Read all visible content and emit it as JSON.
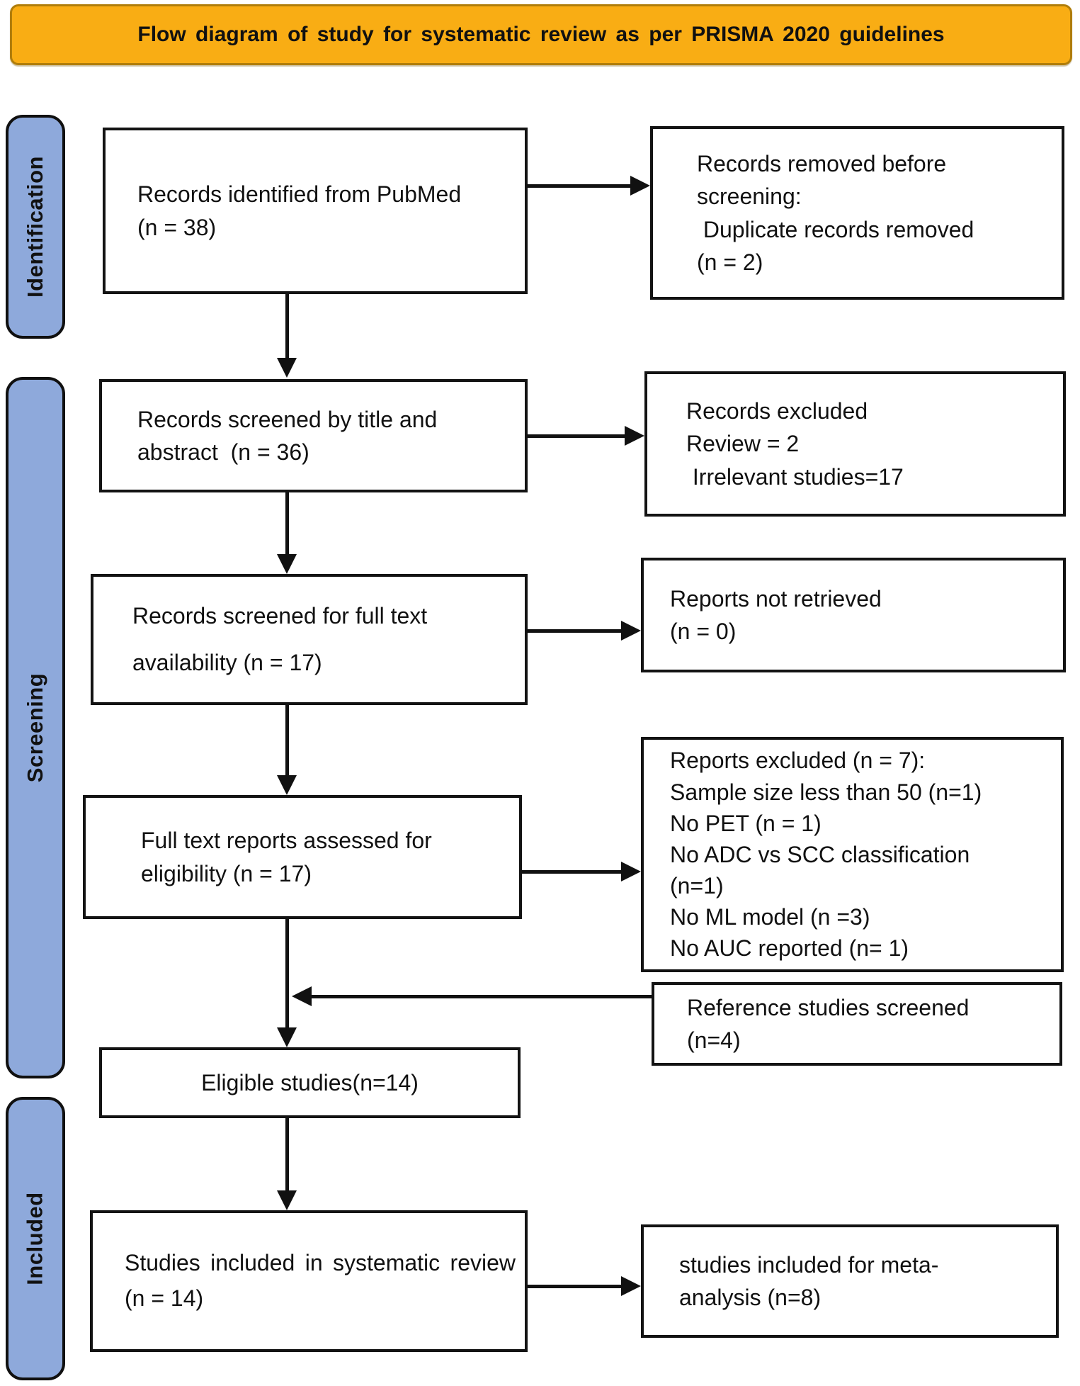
{
  "banner": {
    "title": "Flow diagram of study for systematic review as per PRISMA 2020 guidelines"
  },
  "stages": {
    "identification": "Identification",
    "screening": "Screening",
    "included": "Included"
  },
  "boxes": {
    "records_identified": {
      "lines": [
        "Records identified from PubMed",
        "(n = 38)"
      ]
    },
    "records_removed": {
      "lines": [
        "Records removed before",
        "screening:",
        " Duplicate records removed",
        "(n = 2)"
      ]
    },
    "records_screened_title": {
      "lines": [
        "Records screened by title and",
        "abstract  (n = 36)"
      ]
    },
    "records_excluded": {
      "lines": [
        "Records excluded",
        "Review = 2",
        " Irrelevant studies=17"
      ]
    },
    "records_screened_fulltext": {
      "lines": [
        "Records screened for full text",
        "availability (n = 17)"
      ]
    },
    "reports_not_retrieved": {
      "lines": [
        "Reports not retrieved",
        "(n = 0)"
      ]
    },
    "fulltext_assessed": {
      "lines": [
        "Full text reports assessed for",
        "eligibility (n = 17)"
      ]
    },
    "reports_excluded": {
      "lines": [
        "Reports excluded (n = 7):",
        "Sample size less than 50 (n=1)",
        "No PET (n = 1)",
        "No ADC vs SCC classification",
        "(n=1)",
        "No ML model (n =3)",
        "No AUC reported (n= 1)"
      ]
    },
    "reference_studies": {
      "lines": [
        "Reference studies screened",
        "(n=4)"
      ]
    },
    "eligible_studies": {
      "lines": [
        "Eligible studies(n=14)"
      ]
    },
    "included_systematic": {
      "text": "Studies included in systematic review (n = 14)"
    },
    "included_meta": {
      "lines": [
        "studies included for meta-",
        "analysis (n=8)"
      ]
    }
  },
  "colors": {
    "banner_fill": "#F9AD14",
    "banner_border": "#B07D0A",
    "stage_fill": "#8EA9DB",
    "line_color": "#111111",
    "box_border": "#131313"
  }
}
